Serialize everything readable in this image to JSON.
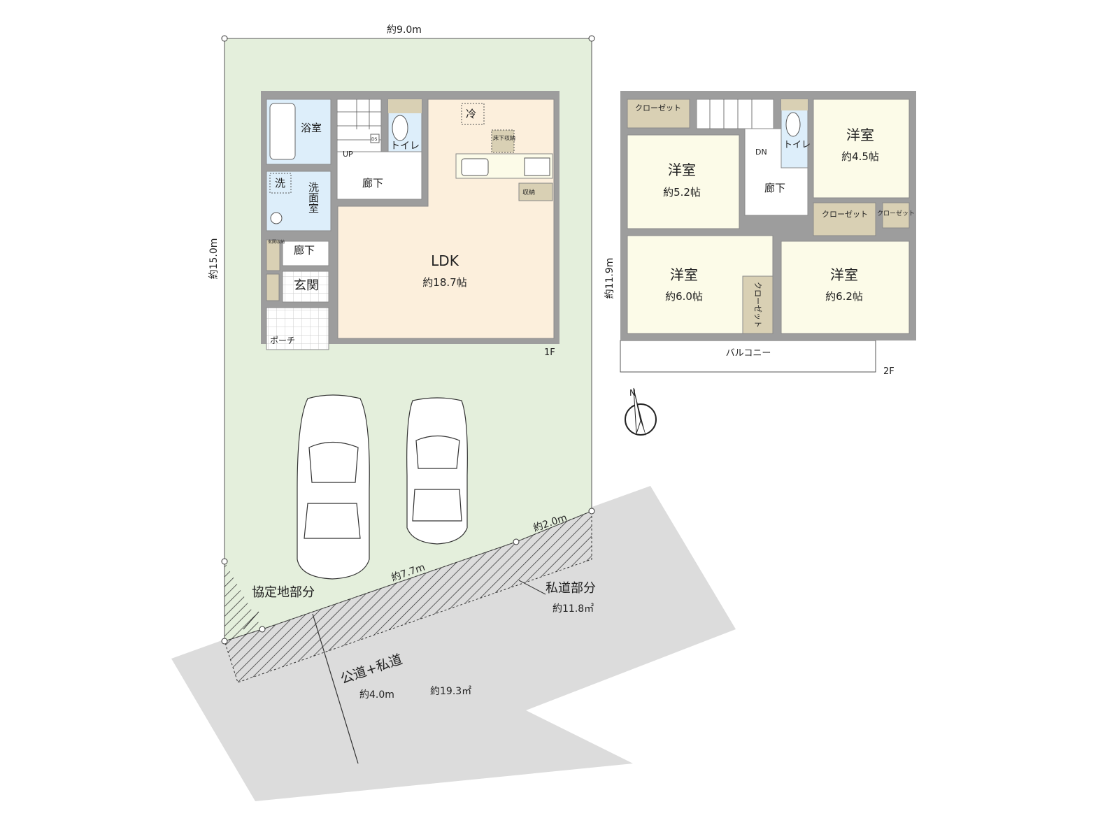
{
  "colors": {
    "lot": "#e4efdc",
    "wall": "#9d9d9d",
    "ldk": "#fcefdc",
    "wet_room": "#ddeefa",
    "western_room": "#fcfbe8",
    "storage": "#d9d0b4",
    "road": "#dcdcdc",
    "hall": "#ffffff"
  },
  "site": {
    "width_dim": "約9.0m",
    "depth_dim": "約15.0m",
    "frontage_dim": "約7.7m",
    "corner_dim": "約2.0m",
    "agreement_area_label": "協定地部分",
    "private_road_label": "私道部分",
    "private_road_area": "約11.8㎡",
    "road_label": "公道+私道",
    "road_width": "約4.0m",
    "road_area": "約19.3㎡"
  },
  "floor1": {
    "floor_label": "1F",
    "rooms": {
      "bath": "浴室",
      "washroom": "洗面室",
      "washer": "洗",
      "toilet": "トイレ",
      "hall_upper": "廊下",
      "stairs_up": "UP",
      "ds": "DS",
      "fridge": "冷",
      "underfloor_storage": "床下収納",
      "storage": "収納",
      "ldk_name": "LDK",
      "ldk_size": "約18.7帖",
      "hall_lower": "廊下",
      "entrance_storage": "玄関収納",
      "entrance": "玄関",
      "porch": "ポーチ"
    }
  },
  "floor2": {
    "floor_label": "2F",
    "depth_dim": "約11.9m",
    "rooms": {
      "closet_nw": "クローゼット",
      "room_nw_name": "洋室",
      "room_nw_size": "約5.2帖",
      "stairs_down": "DN",
      "toilet": "トイレ",
      "hall": "廊下",
      "room_ne_name": "洋室",
      "room_ne_size": "約4.5帖",
      "closet_e1": "クローゼット",
      "closet_e2": "クローゼット",
      "room_sw_name": "洋室",
      "room_sw_size": "約6.0帖",
      "closet_sw": "クローゼット",
      "room_se_name": "洋室",
      "room_se_size": "約6.2帖",
      "balcony": "バルコニー"
    }
  },
  "compass": {
    "north_label": "N",
    "icon": "north-arrow-icon"
  }
}
